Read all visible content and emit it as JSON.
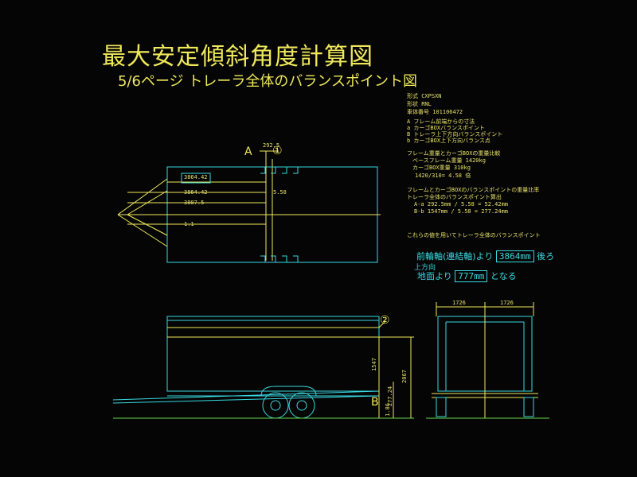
{
  "title": "最大安定傾斜角度計算図",
  "subtitle": "5/6ページ トレーラ全体のバランスポイント図",
  "info": {
    "line1": "形式 CXPSXN",
    "line2": "形状 RNL",
    "line3": "車体番号 101106472"
  },
  "legend": [
    "A フレーム前端からの寸法",
    "a カーゴBOXバランスポイント",
    "B トレーラ上下方向バランスポイント",
    "b カーゴBOX上下方向バランス点"
  ],
  "weights": [
    "フレーム重量とカーゴBOXの重量比較",
    "ベースフレーム重量 1420kg",
    "カーゴBOX重量 310kg",
    "1420/310= 4.58 倍"
  ],
  "calc": [
    "フレームとカーゴBOXのバランスポイントの重量比率",
    "トレーラ全体のバランスポイント算出",
    "A-a 292.5mm / 5.58 = 52.42mm",
    "B-b 1547mm / 5.58 = 277.24mm"
  ],
  "result_note": "これらの値を用いてトレーラ全体のバランスポイント",
  "result1": {
    "prefix": "前輪軸(連結軸)より",
    "value": "3864mm",
    "suffix": "後ろ"
  },
  "result_sub": "上方向",
  "result2": {
    "prefix": "地面より",
    "value": "777mm",
    "suffix": "となる"
  },
  "plan_view": {
    "dims": [
      "3864.42",
      "3864.42",
      "3807.5",
      "1.1",
      "5.58"
    ],
    "top_dim": "292.5",
    "marker_a": "A",
    "marker_1": "①"
  },
  "side_view": {
    "dims": [
      "1547",
      "277.24",
      "2067",
      "1.86"
    ],
    "marker_b": "B",
    "marker_2": "②"
  },
  "rear_view": {
    "dims": [
      "1726",
      "1726"
    ]
  },
  "colors": {
    "background": "#050505",
    "yellow": "#efe85a",
    "cyan": "#38d8e0",
    "green": "#62d84a"
  }
}
